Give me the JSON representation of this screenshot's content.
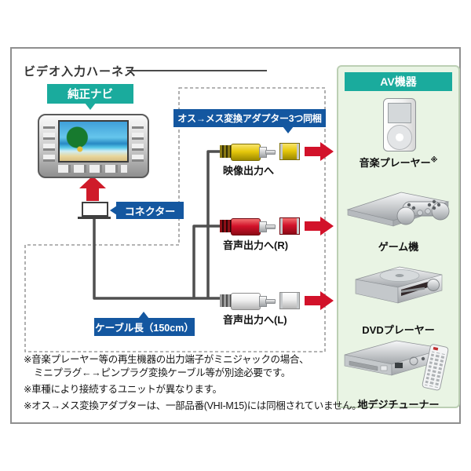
{
  "title": "ビデオ入力ハーネス",
  "colors": {
    "teal": "#1aab9d",
    "blue": "#1457a0",
    "arrow_red": "#d2122a",
    "panel_bg": "#e9f4e4",
    "cable": "#4f4f4f"
  },
  "diagram": {
    "nav_label": "純正ナビ",
    "connector_label": "コネクター",
    "adapter_note_label": "オス→メス変換アダプター3つ同梱",
    "cable_length_label": "ケーブル長（150cm）",
    "icons": {
      "up_arrow": "red-up-arrow",
      "right_arrow": "red-right-arrow",
      "nav_unit": "car-navigation-unit",
      "connector": "harness-connector"
    },
    "outputs": [
      {
        "id": "video",
        "label": "映像出力へ",
        "plug_color": "#e6c80c"
      },
      {
        "id": "audio-r",
        "label": "音声出力へ(R)",
        "plug_color": "#d2122a"
      },
      {
        "id": "audio-l",
        "label": "音声出力へ(L)",
        "plug_color": "#ededed"
      }
    ]
  },
  "av_panel": {
    "header": "AV機器",
    "devices": [
      {
        "icon": "music-player-icon",
        "label": "音楽プレーヤー",
        "note_mark": "※"
      },
      {
        "icon": "game-console-icon",
        "label": "ゲーム機"
      },
      {
        "icon": "dvd-player-icon",
        "label": "DVDプレーヤー"
      },
      {
        "icon": "digital-tuner-icon",
        "label": "地デジチューナー"
      }
    ]
  },
  "footnotes": [
    "※音楽プレーヤー等の再生機器の出力端子がミニジャックの場合、",
    "ミニプラグ←→ピンプラグ変換ケーブル等が別途必要です。",
    "※車種により接続するユニットが異なります。",
    "※オス→メス変換アダプターは、一部品番(VHI-M15)には同梱されていません。"
  ]
}
